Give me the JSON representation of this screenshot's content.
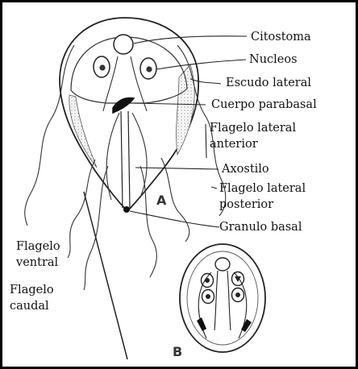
{
  "labels": {
    "citostoma": "Citostoma",
    "nucleos": "Nucleos",
    "escudo_lateral": "Escudo lateral",
    "cuerpo_parabasal": "Cuerpo parabasal",
    "flagelo_lateral_anterior": [
      "Flagelo  lateral",
      "anterior"
    ],
    "axostilo": "Axostilo",
    "flagelo_lateral_posterior": [
      "Flagelo lateral",
      "posterior"
    ],
    "granulo_basal": "Granulo basal",
    "flagelo_ventral": [
      "Flagelo",
      "ventral"
    ],
    "flagelo_caudal": [
      "Flagelo",
      "caudal"
    ]
  },
  "panels": {
    "a": "A",
    "b": "B"
  }
}
